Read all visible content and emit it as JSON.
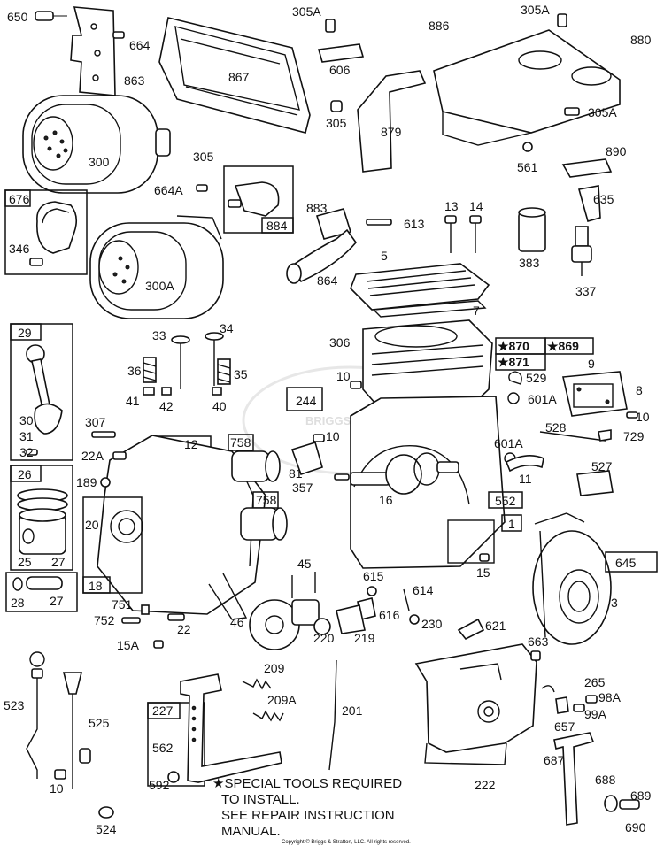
{
  "labels": {
    "p650": "650",
    "p664": "664",
    "p863": "863",
    "p867": "867",
    "p305A_1": "305A",
    "p606": "606",
    "p305_1": "305",
    "p879": "879",
    "p886": "886",
    "p305A_2": "305A",
    "p880": "880",
    "p305A_3": "305A",
    "p300": "300",
    "p305_2": "305",
    "p561": "561",
    "p890": "890",
    "p676": "676",
    "p346": "346",
    "p664A": "664A",
    "p884": "884",
    "p883": "883",
    "p613": "613",
    "p13": "13",
    "p14": "14",
    "p635": "635",
    "p383": "383",
    "p300A": "300A",
    "p5": "5",
    "p864": "864",
    "p7": "7",
    "p337": "337",
    "p29": "29",
    "p33": "33",
    "p34": "34",
    "p306": "306",
    "p870": "★870",
    "p869": "★869",
    "p871": "★871",
    "p36": "36",
    "p35": "35",
    "p10_1": "10",
    "p529": "529",
    "p9": "9",
    "p8": "8",
    "p41": "41",
    "p42": "42",
    "p40": "40",
    "p244": "244",
    "p601A_1": "601A",
    "p30": "30",
    "p31": "31",
    "p32": "32",
    "p307": "307",
    "p12": "12",
    "p758_1": "758",
    "p10_2": "10",
    "p528": "528",
    "p10_3": "10",
    "p729": "729",
    "p22A": "22A",
    "p601A_2": "601A",
    "p26": "26",
    "p189": "189",
    "p81": "81",
    "p357": "357",
    "p11": "11",
    "p527": "527",
    "p758_2": "758",
    "p16": "16",
    "p552": "552",
    "p20": "20",
    "p1": "1",
    "p25": "25",
    "p27_1": "27",
    "p645": "645",
    "p15": "15",
    "p45": "45",
    "p615": "615",
    "p614": "614",
    "p28": "28",
    "p27_2": "27",
    "p18": "18",
    "p3": "3",
    "p751": "751",
    "p616": "616",
    "p752": "752",
    "p46": "46",
    "p230": "230",
    "p22": "22",
    "p220": "220",
    "p219": "219",
    "p621": "621",
    "p15A": "15A",
    "p663": "663",
    "p209": "209",
    "p265": "265",
    "p98A": "98A",
    "p523": "523",
    "p209A": "209A",
    "p201": "201",
    "p99A": "99A",
    "p525": "525",
    "p227": "227",
    "p657": "657",
    "p562": "562",
    "p687": "687",
    "p592": "592",
    "p222": "222",
    "p688": "688",
    "p689": "689",
    "p10_4": "10",
    "p524": "524",
    "p690": "690"
  },
  "notes": {
    "special_line1": "★SPECIAL TOOLS REQUIRED",
    "special_line2": "TO INSTALL.",
    "special_line3": "SEE REPAIR INSTRUCTION",
    "special_line4": "MANUAL.",
    "copyright": "Copyright © Briggs & Stratton, LLC. All rights reserved."
  },
  "watermark": {
    "text": "BRIGGS&STRATTON"
  }
}
